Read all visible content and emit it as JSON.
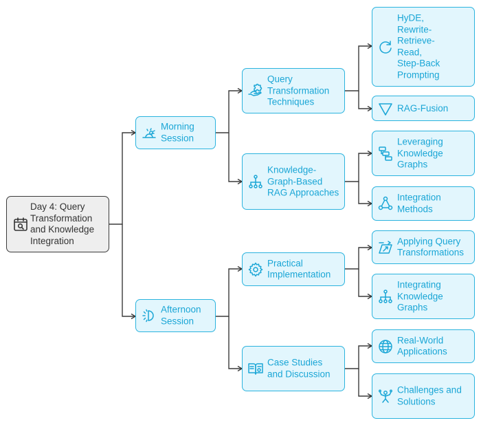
{
  "root": {
    "label": "Day 4: Query Transformation and Knowledge Integration",
    "icon": "calendar-search-icon"
  },
  "sessions": [
    {
      "label": "Morning Session",
      "icon": "sunrise-icon"
    },
    {
      "label": "Afternoon Session",
      "icon": "sunset-icon"
    }
  ],
  "topics": [
    {
      "label": "Query Transformation Techniques",
      "icon": "hand-puzzle-icon"
    },
    {
      "label": "Knowledge-Graph-Based RAG Approaches",
      "icon": "hierarchy-icon"
    },
    {
      "label": "Practical Implementation",
      "icon": "gear-icon"
    },
    {
      "label": "Case Studies and Discussion",
      "icon": "book-icon"
    }
  ],
  "leaves": [
    {
      "label": "HyDE, Rewrite-Retrieve-Read, Step-Back Prompting",
      "icon": "refresh-arrow-icon"
    },
    {
      "label": "RAG-Fusion",
      "icon": "triangle-icon"
    },
    {
      "label": "Leveraging Knowledge Graphs",
      "icon": "flow-blocks-icon"
    },
    {
      "label": "Integration Methods",
      "icon": "connected-nodes-icon"
    },
    {
      "label": "Applying Query Transformations",
      "icon": "transform-icon"
    },
    {
      "label": "Integrating Knowledge Graphs",
      "icon": "org-chart-icon"
    },
    {
      "label": "Real-World Applications",
      "icon": "globe-icon"
    },
    {
      "label": "Challenges and Solutions",
      "icon": "person-juggling-icon"
    }
  ],
  "colors": {
    "accent": "#1aa6d6",
    "border": "#2ab3de",
    "fill": "#e2f6fd",
    "root_fill": "#eeeeee",
    "root_border": "#3a3a3a",
    "connector": "#3a3a3a"
  }
}
